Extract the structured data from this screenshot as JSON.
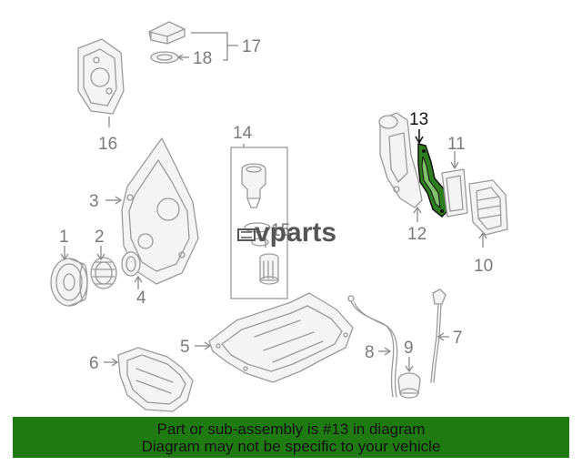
{
  "diagram": {
    "callouts": {
      "c1": "1",
      "c2": "2",
      "c3": "3",
      "c4": "4",
      "c5": "5",
      "c6": "6",
      "c7": "7",
      "c8": "8",
      "c9": "9",
      "c10": "10",
      "c11": "11",
      "c12": "12",
      "c13": "13",
      "c14": "14",
      "c15": "15",
      "c16": "16",
      "c17": "17",
      "c18": "18"
    },
    "highlight_part": "13"
  },
  "watermark": {
    "text": "vparts"
  },
  "banner": {
    "line1": "Part or sub-assembly is #13 in diagram",
    "line2": "Diagram may not be specific to your vehicle"
  },
  "colors": {
    "banner_bg": "#1f7a12",
    "highlight_part_fill": "#2e7d1e",
    "line_art": "#9a9a9a"
  }
}
